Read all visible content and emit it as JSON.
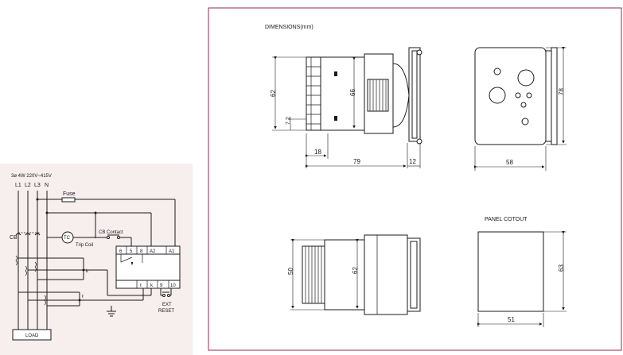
{
  "wiring": {
    "supply": "3ø 4W 220V~415V",
    "phases": [
      "L1",
      "L2",
      "L3",
      "N"
    ],
    "fuse": "Fuse",
    "cb": "CB",
    "tc": "TC",
    "cb_contact": "CB Contact",
    "trip_coil": "Trip Coil",
    "terminals_top": [
      "6",
      "5",
      "8",
      "A2",
      "A1"
    ],
    "terminals_bottom": [
      "k",
      "9",
      "10"
    ],
    "k_label": "k",
    "l_label": "ℓ",
    "ext_reset": [
      "EXT",
      "RESET"
    ],
    "load": "LOAD"
  },
  "dimensions": {
    "heading": "DIMENSIONS(mm)",
    "side": {
      "height": "62",
      "inner": "66",
      "small": "7.2",
      "base": "18",
      "depth": "79",
      "front": "12"
    },
    "front_view": {
      "width": "58",
      "height": "78"
    },
    "top_view": {
      "outer": "50",
      "inner": "62"
    },
    "panel": {
      "title": "PANEL COTOUT",
      "width": "51",
      "height": "63"
    }
  }
}
